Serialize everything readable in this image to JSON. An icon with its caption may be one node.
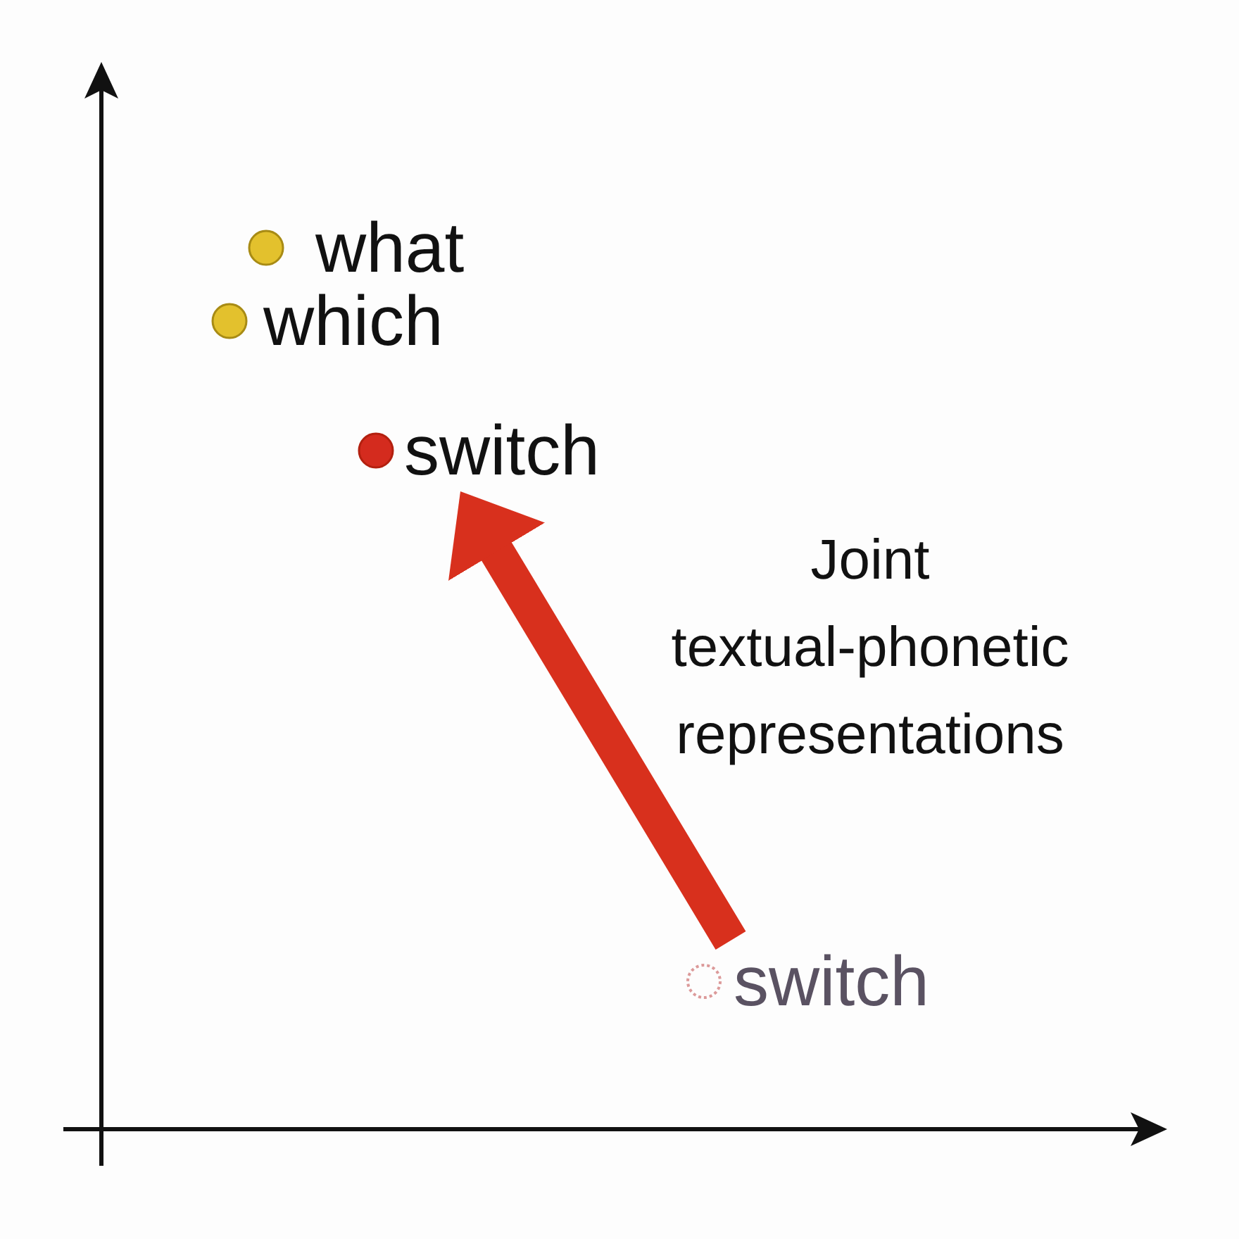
{
  "diagram": {
    "nodes": [
      {
        "text": [
          "what"
        ]
      },
      {
        "text": [
          "which"
        ]
      },
      {
        "text": [
          "switch"
        ]
      },
      {
        "text": [
          "switch"
        ]
      }
    ],
    "edges": [
      {
        "from": 3,
        "to": 2,
        "arrow": "to",
        "label": "Joint textual-phonetic representations"
      }
    ]
  }
}
